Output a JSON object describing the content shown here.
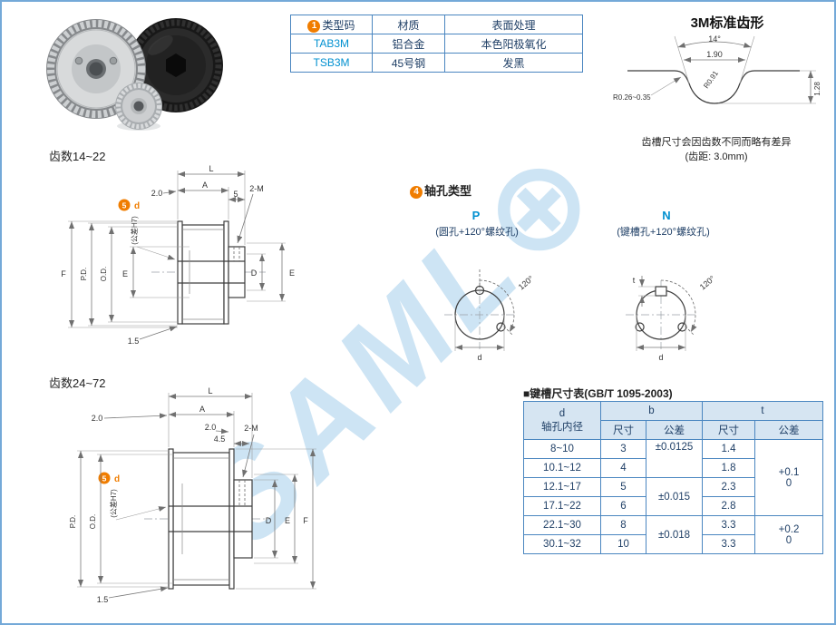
{
  "colors": {
    "accent_orange": "#f07d00",
    "code_blue": "#0090d0",
    "table_border": "#4a86c0",
    "table_header_bg": "#d6e5f2",
    "page_border": "#74a9d8"
  },
  "spec_table": {
    "badge": "1",
    "col_type": "类型码",
    "col_material": "材质",
    "col_surface": "表面处理",
    "rows": [
      {
        "code": "TAB3M",
        "material": "铝合金",
        "surface": "本色阳极氧化"
      },
      {
        "code": "TSB3M",
        "material": "45号钢",
        "surface": "发黑"
      }
    ]
  },
  "tooth": {
    "title": "3M标准齿形",
    "angle": "14°",
    "top_width": "1.90",
    "r_small": "R0.26~0.35",
    "r_big": "R0.91",
    "depth": "1.28",
    "note1": "齿槽尺寸会因齿数不同而略有差异",
    "note2": "(齿距: 3.0mm)"
  },
  "drw1": {
    "title": "齿数14~22",
    "L": "L",
    "A": "A",
    "dim20": "2.0",
    "dim5": "5",
    "m": "2-M",
    "bore_badge": "5",
    "bore_d": "d",
    "bore_tol": "(公差H7)",
    "F": "F",
    "PD": "P.D.",
    "OD": "O.D.",
    "E_left": "E",
    "D_right": "D",
    "E_right": "E",
    "chamfer": "1.5"
  },
  "drw2": {
    "title": "齿数24~72",
    "L": "L",
    "A": "A",
    "dim20_l": "2.0",
    "dim20_r": "2.0",
    "dim45": "4.5",
    "m": "2-M",
    "bore_badge": "5",
    "bore_d": "d",
    "bore_tol": "(公差H7)",
    "PD": "P.D.",
    "OD": "O.D.",
    "D": "D",
    "E": "E",
    "F": "F",
    "chamfer": "1.5"
  },
  "shaft": {
    "badge": "4",
    "title": "轴孔类型",
    "p_label": "P",
    "p_desc": "(圆孔+120°螺纹孔)",
    "n_label": "N",
    "n_desc": "(键槽孔+120°螺纹孔)",
    "p_angle": "120°",
    "n_angle": "120°",
    "p_d": "d",
    "n_d": "d",
    "n_t": "t"
  },
  "keyway": {
    "title": "■键槽尺寸表(GB/T 1095-2003)",
    "h_d_top": "d",
    "h_d_sub": "轴孔内径",
    "h_b": "b",
    "h_t": "t",
    "h_size_b": "尺寸",
    "h_tol_b": "公差",
    "h_size_t": "尺寸",
    "h_tol_t": "公差",
    "rows": [
      {
        "d": "8~10",
        "b": "3",
        "t": "1.4"
      },
      {
        "d": "10.1~12",
        "b": "4",
        "t": "1.8"
      },
      {
        "d": "12.1~17",
        "b": "5",
        "t": "2.3"
      },
      {
        "d": "17.1~22",
        "b": "6",
        "t": "2.8"
      },
      {
        "d": "22.1~30",
        "b": "8",
        "t": "3.3"
      },
      {
        "d": "30.1~32",
        "b": "10",
        "t": "3.3"
      }
    ],
    "b_tol_12": "±0.0125",
    "b_tol_34": "±0.015",
    "b_tol_56": "±0.018",
    "t_tol_14_a": "+0.1",
    "t_tol_14_b": "0",
    "t_tol_56_a": "+0.2",
    "t_tol_56_b": "0"
  },
  "watermark": "SAML⊕"
}
